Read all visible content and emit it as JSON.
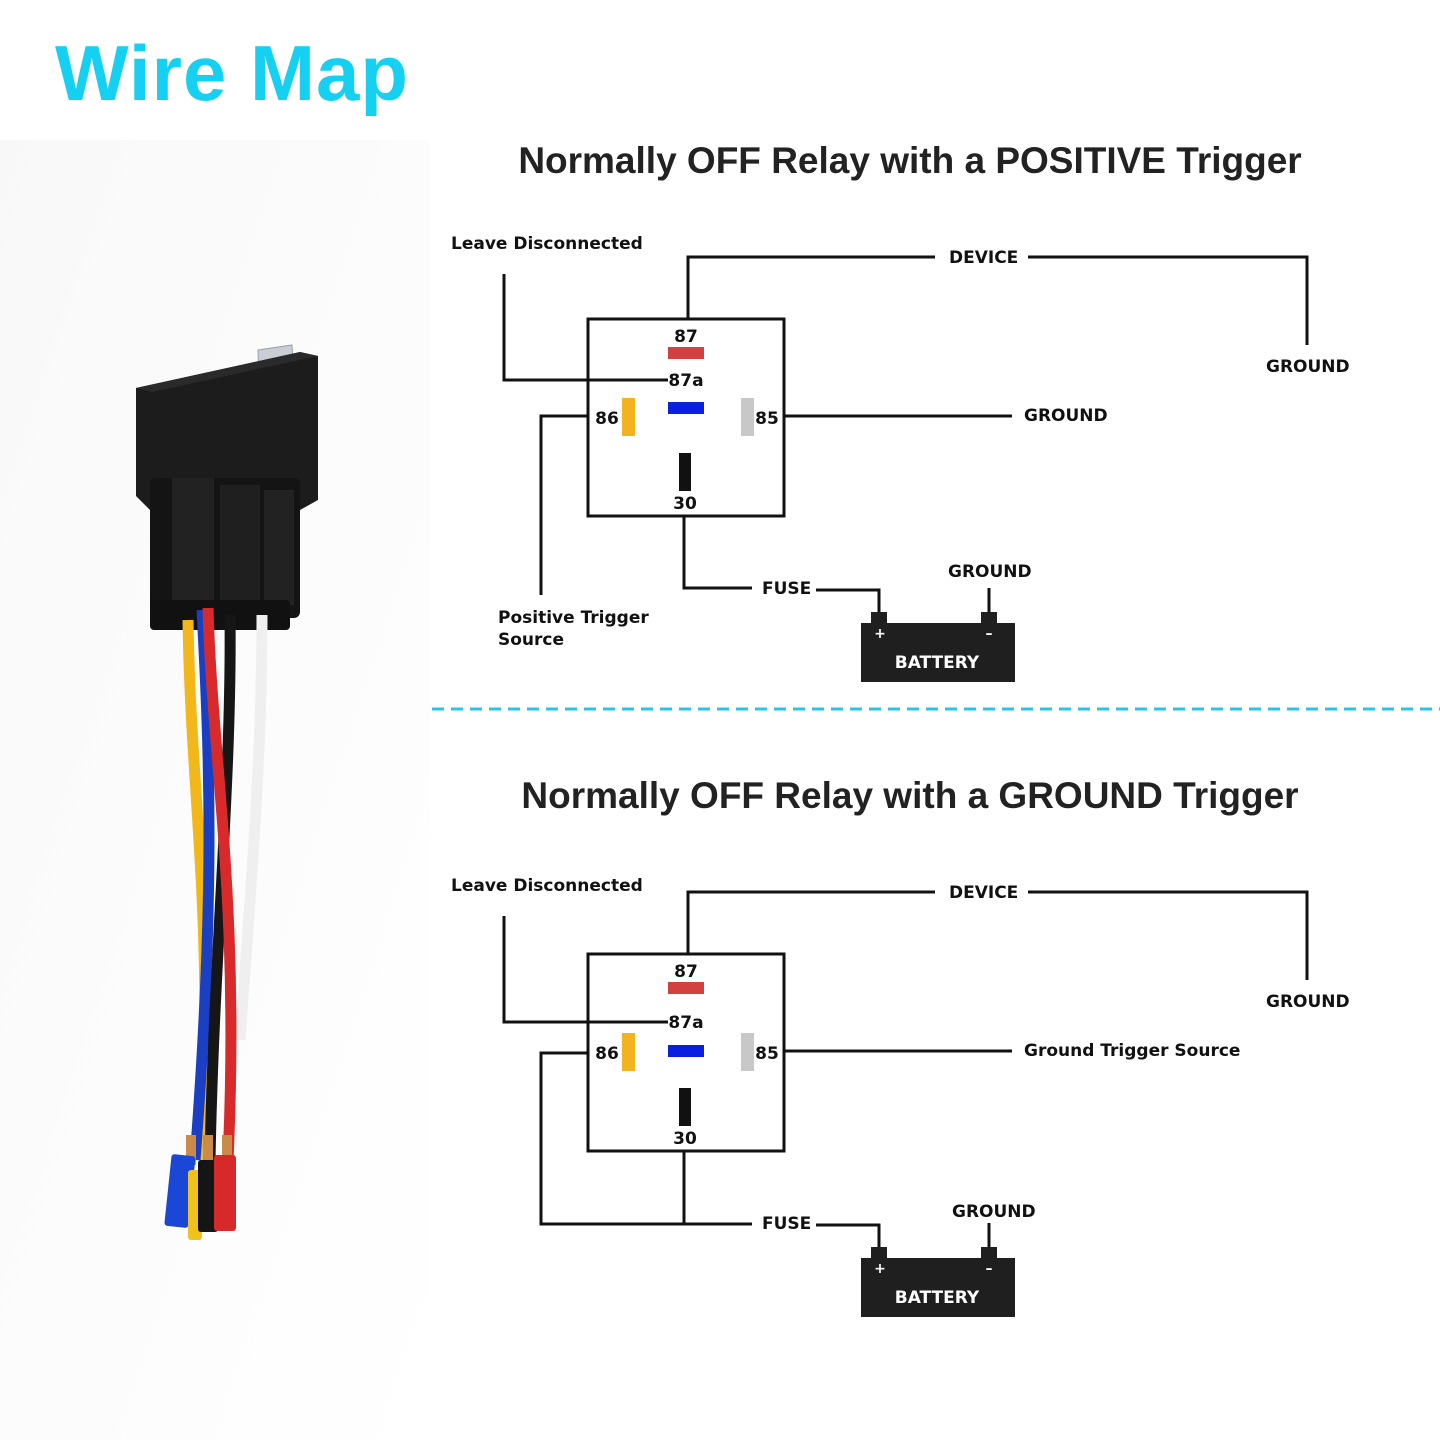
{
  "title": "Wire Map",
  "colors": {
    "title": "#16d0f2",
    "divider": "#27c6e6",
    "pin87": "#d2403f",
    "pin87a": "#0a1fe0",
    "pin86": "#f2b41e",
    "pin85": "#c8c8c8",
    "pin30": "#111111",
    "battery": "#1f1f1f",
    "line": "#111111"
  },
  "diagrams": [
    {
      "heading": "Normally OFF Relay with a POSITIVE Trigger",
      "labels": {
        "leave": "Leave Disconnected",
        "device": "DEVICE",
        "device_ground": "GROUND",
        "pin85_target": "GROUND",
        "trigger_line1": "Positive Trigger",
        "trigger_line2": "Source",
        "fuse": "FUSE",
        "battery_ground": "GROUND",
        "battery": "BATTERY",
        "plus": "+",
        "minus": "–"
      },
      "pins": {
        "p87": "87",
        "p87a": "87a",
        "p86": "86",
        "p85": "85",
        "p30": "30"
      }
    },
    {
      "heading": "Normally OFF Relay with a GROUND Trigger",
      "labels": {
        "leave": "Leave Disconnected",
        "device": "DEVICE",
        "device_ground": "GROUND",
        "pin85_target": "Ground Trigger Source",
        "fuse": "FUSE",
        "battery_ground": "GROUND",
        "battery": "BATTERY",
        "plus": "+",
        "minus": "–"
      },
      "pins": {
        "p87": "87",
        "p87a": "87a",
        "p86": "86",
        "p85": "85",
        "p30": "30"
      }
    }
  ]
}
